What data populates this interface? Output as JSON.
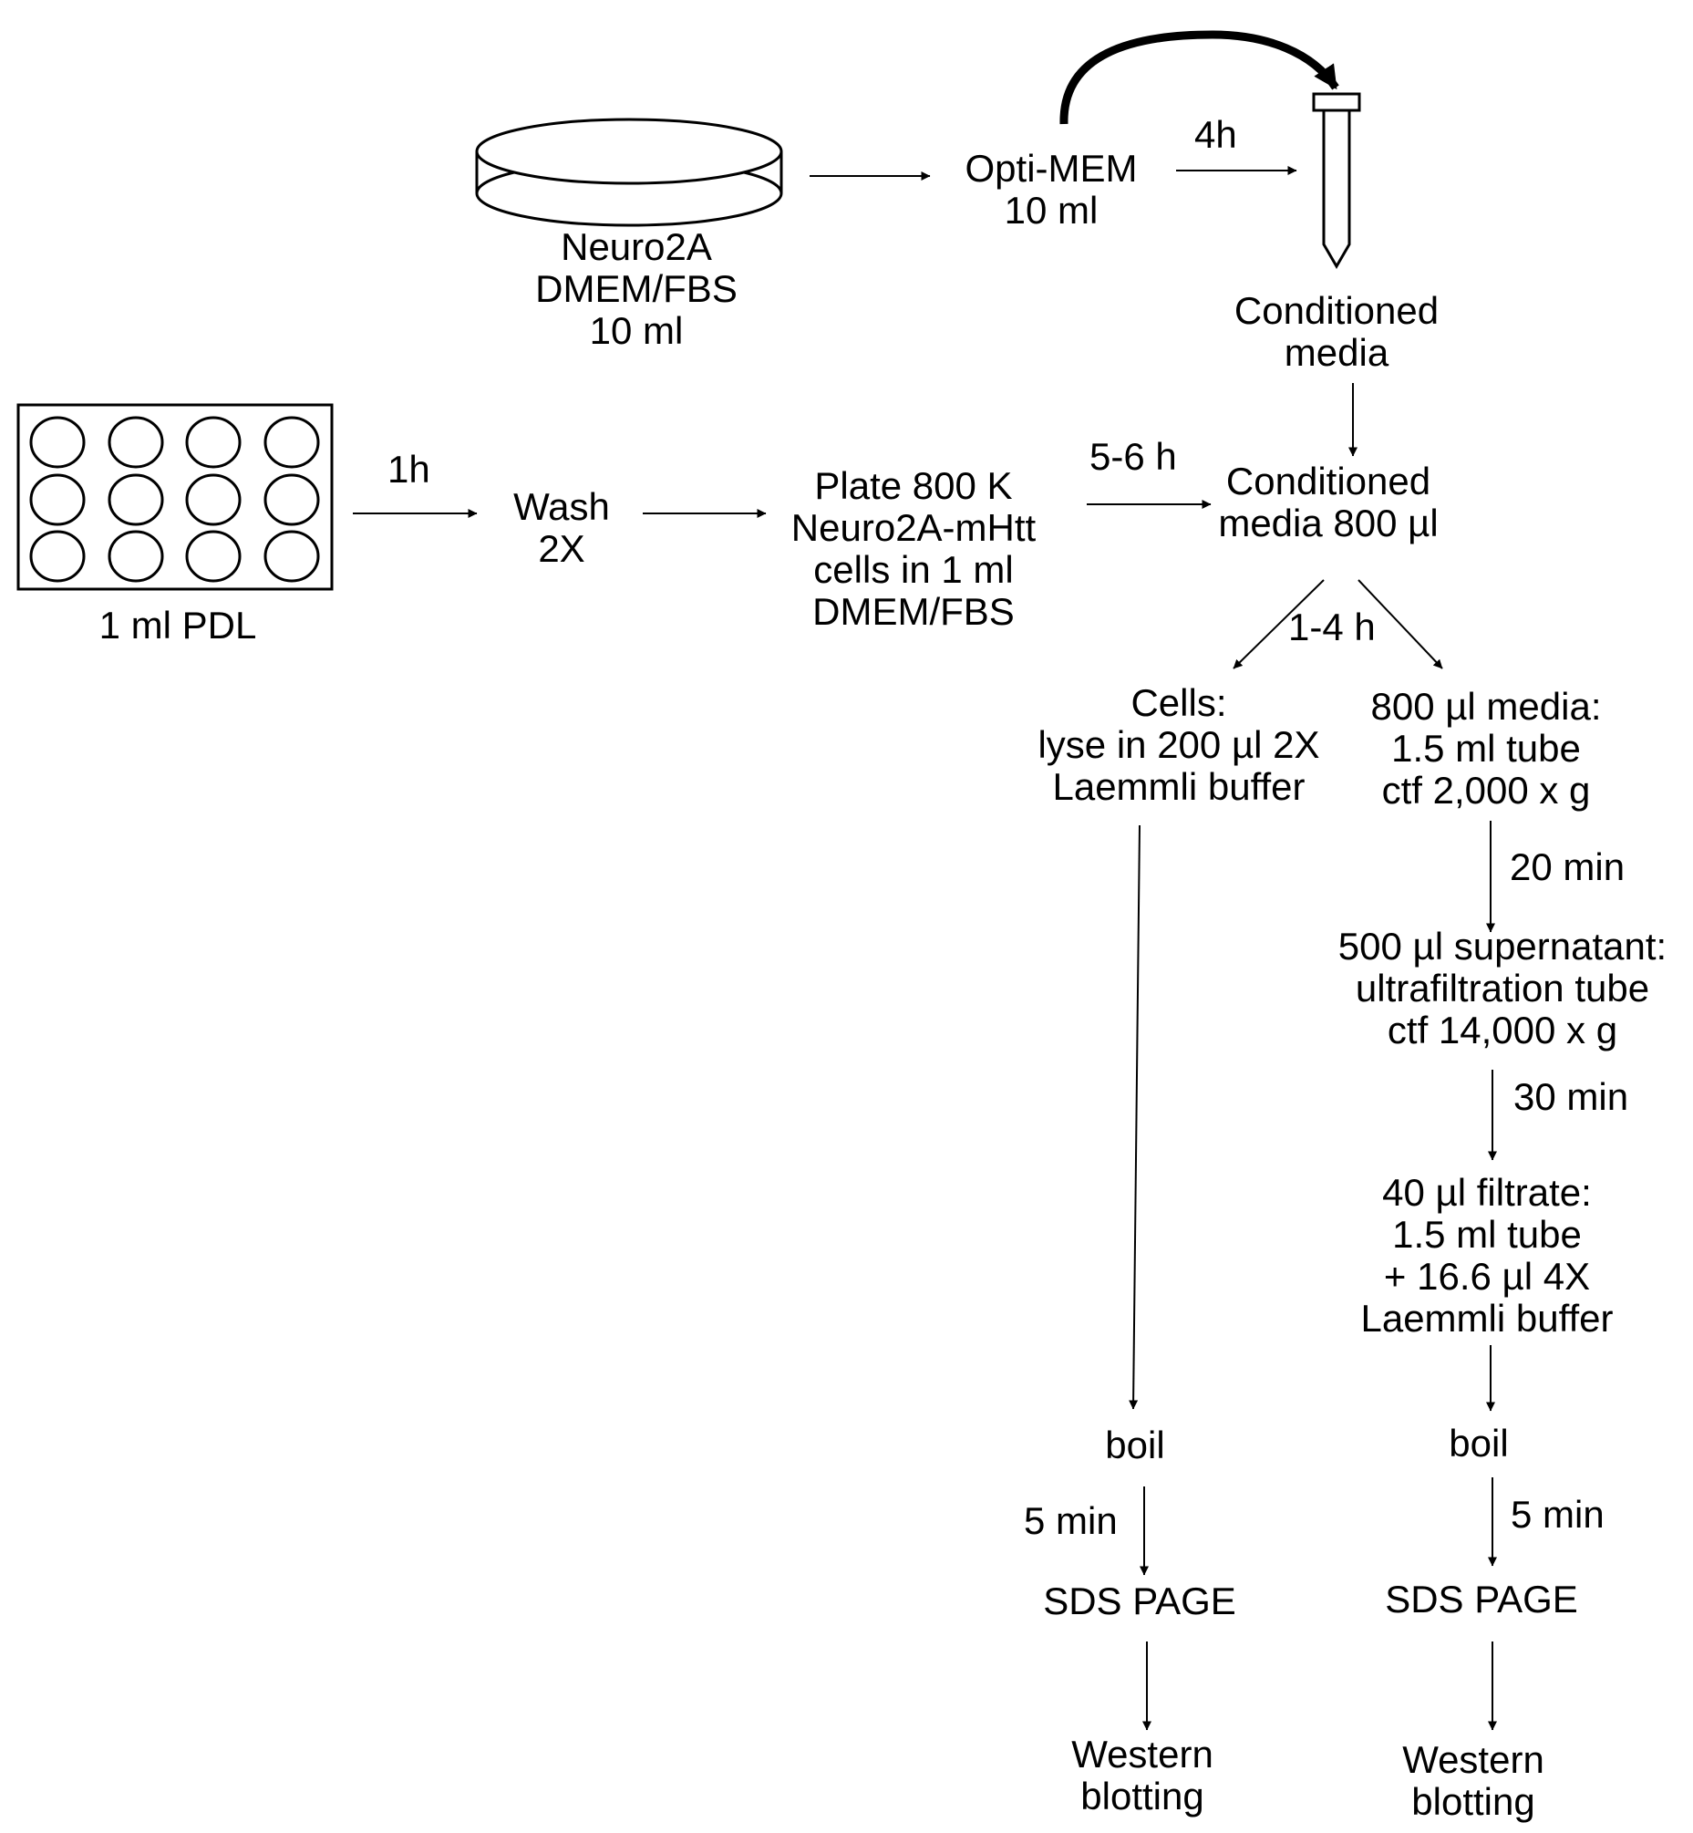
{
  "colors": {
    "ink": "#000000",
    "background": "#ffffff"
  },
  "icons": {
    "dish": "petri-dish-icon",
    "tube": "conical-tube-icon",
    "plate": "twelve-well-plate-icon",
    "curved_arrow": "curved-arrow-icon"
  },
  "nodes": {
    "neuro2a": [
      "Neuro2A",
      "DMEM/FBS",
      "10 ml"
    ],
    "optimem": [
      "Opti-MEM",
      "10 ml"
    ],
    "conditioned": [
      "Conditioned",
      "media"
    ],
    "pdl": [
      "1 ml PDL"
    ],
    "wash": [
      "Wash",
      "2X"
    ],
    "plate": [
      "Plate 800 K",
      "Neuro2A-mHtt",
      "cells in  1 ml",
      "DMEM/FBS"
    ],
    "cond800": [
      "Conditioned",
      "media 800 µl"
    ],
    "cells": [
      "Cells:",
      "lyse in 200 µl 2X",
      "Laemmli buffer"
    ],
    "media800": [
      "800 µl media:",
      "1.5 ml tube",
      "ctf 2,000 x g"
    ],
    "super": [
      "500 µl supernatant:",
      "ultrafiltration tube",
      "ctf 14,000 x g"
    ],
    "filtrate": [
      "40 µl filtrate:",
      "1.5 ml tube",
      "+ 16.6 µl 4X",
      "Laemmli buffer"
    ],
    "boil_left": [
      "boil"
    ],
    "boil_right": [
      "boil"
    ],
    "sds_left": [
      "SDS PAGE"
    ],
    "sds_right": [
      "SDS PAGE"
    ],
    "wb_left": [
      "Western",
      "blotting"
    ],
    "wb_right": [
      "Western",
      "blotting"
    ]
  },
  "steps": {
    "t4h": "4h",
    "t1h": "1h",
    "t56h": "5-6 h",
    "t14h": "1-4 h",
    "t20": "20 min",
    "t30": "30 min",
    "t5l": "5 min",
    "t5r": "5 min"
  }
}
